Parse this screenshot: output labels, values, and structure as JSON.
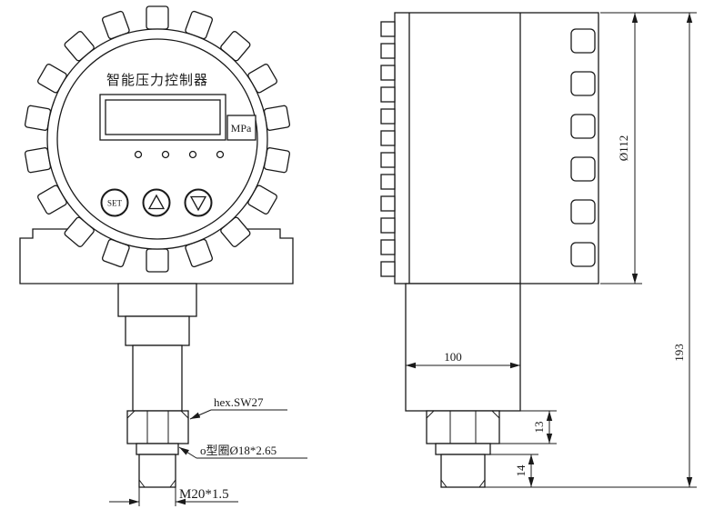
{
  "front_view": {
    "title": "智能压力控制器",
    "unit": "MPa",
    "set_label": "SET"
  },
  "annotations": {
    "hex_label": "hex.SW27",
    "oring_label": "o型圈Ø18*2.65",
    "thread_label": "M20*1.5"
  },
  "dimensions": {
    "diameter": "Ø112",
    "total_height": "193",
    "body_width": "100",
    "hex_height": "13",
    "thread_length": "14"
  },
  "colors": {
    "line": "#1a1a1a",
    "background": "#ffffff"
  }
}
